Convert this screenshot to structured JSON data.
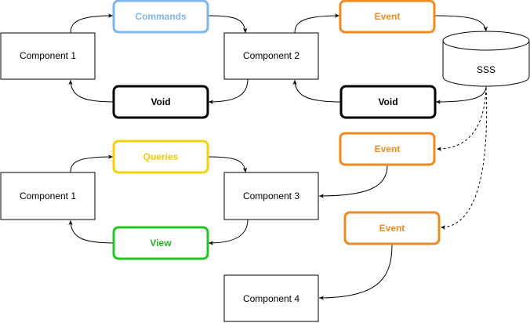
{
  "nodes": {
    "component_1_top": "Component 1",
    "component_1_bottom": "Component 1",
    "component_2": "Component 2",
    "component_3": "Component 3",
    "component_4": "Component 4",
    "commands": "Commands",
    "queries": "Queries",
    "view": "View",
    "void_left": "Void",
    "void_right": "Void",
    "event_top": "Event",
    "event_middle": "Event",
    "event_bottom": "Event",
    "database": "SSS"
  },
  "colors": {
    "commands": "#7EB4EA",
    "commands_text": "#7EB4EA",
    "queries": "#F2D10A",
    "queries_text": "#F2C80A",
    "view": "#22C322",
    "view_text": "#22B022",
    "event": "#EF8A22",
    "event_text": "#EF8A22",
    "void": "#000000",
    "component_border": "#000000"
  }
}
